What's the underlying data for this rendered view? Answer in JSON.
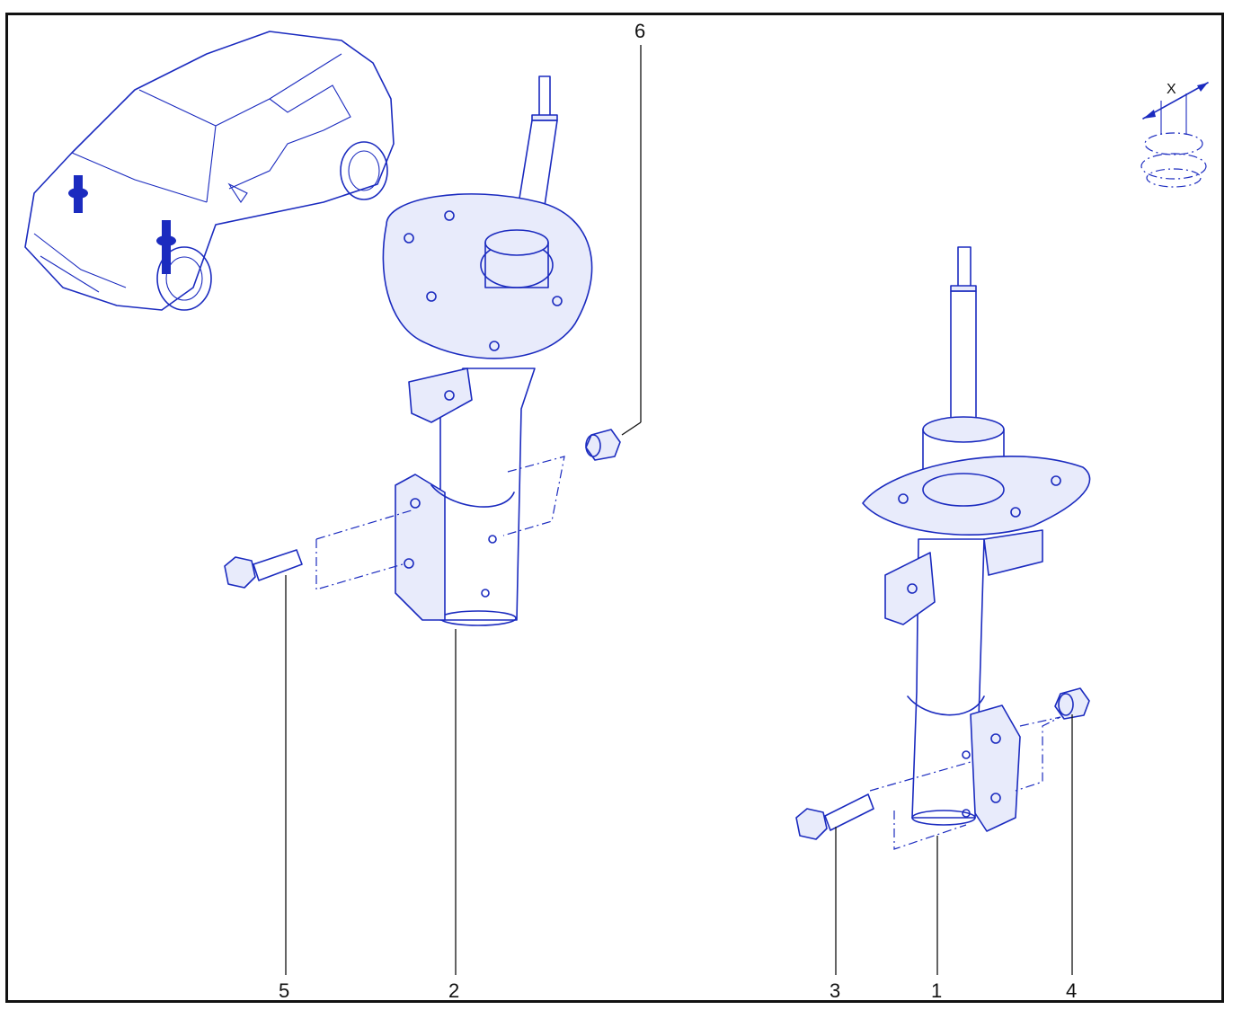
{
  "callouts": {
    "c1": "1",
    "c2": "2",
    "c3": "3",
    "c4": "4",
    "c5": "5",
    "c6": "6"
  },
  "symbol": {
    "x_label": "X"
  },
  "colors": {
    "line": "#1b2bbf",
    "frame": "#111111",
    "fill": "#e8ebfb"
  }
}
